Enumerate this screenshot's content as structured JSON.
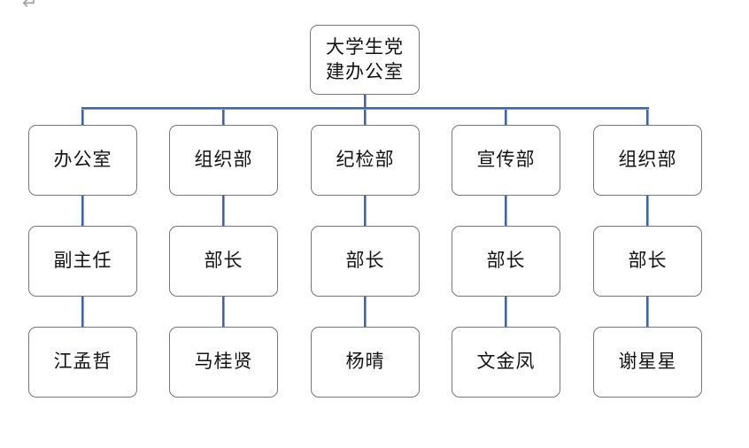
{
  "document": {
    "paragraph_mark": "↵"
  },
  "org_chart": {
    "type": "organization-chart",
    "root": {
      "label": "大学生党建办公室",
      "label_lines": [
        "大学生党",
        "建办公室"
      ]
    },
    "columns": [
      {
        "department": "办公室",
        "title": "副主任",
        "person": "江孟哲"
      },
      {
        "department": "组织部",
        "title": "部长",
        "person": "马桂贤"
      },
      {
        "department": "纪检部",
        "title": "部长",
        "person": "杨晴"
      },
      {
        "department": "宣传部",
        "title": "部长",
        "person": "文金凤"
      },
      {
        "department": "组织部",
        "title": "部长",
        "person": "谢星星"
      }
    ],
    "colors": {
      "connector": "#3f62a9",
      "connector_light": "#8aa4d6",
      "box_border": "#757575",
      "text": "#121212",
      "paragraph_mark_color": "#a3a3a3",
      "background": "#ffffff"
    }
  }
}
